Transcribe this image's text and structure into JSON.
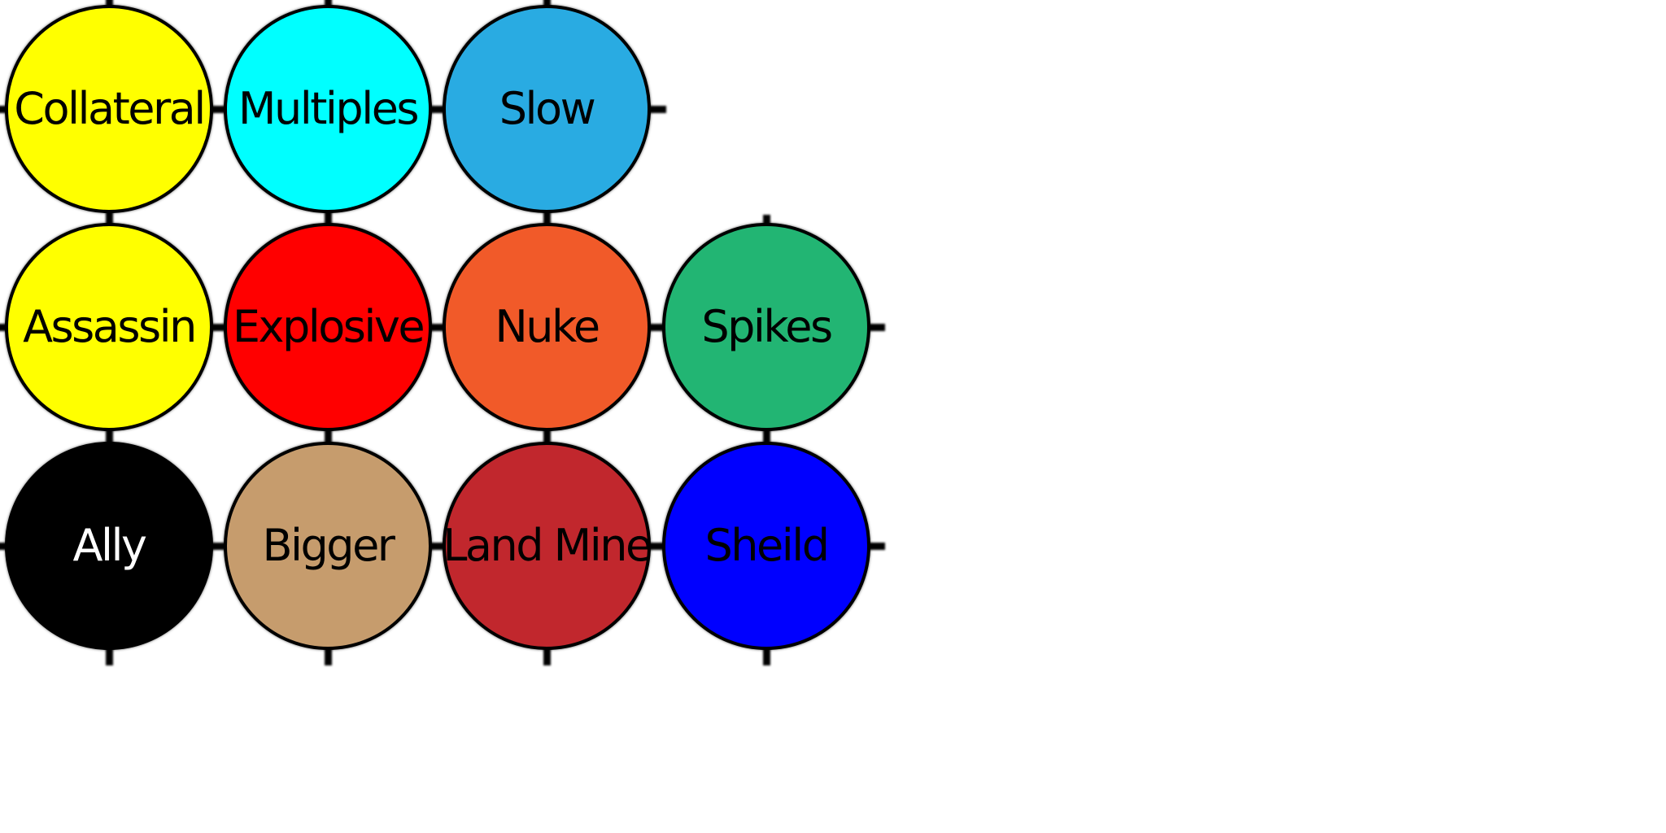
{
  "powerups": [
    {
      "label": "Collateral",
      "fill": "#ffff00",
      "text_color": "#000000"
    },
    {
      "label": "Multiples",
      "fill": "#00ffff",
      "text_color": "#000000"
    },
    {
      "label": "Slow",
      "fill": "#29abe2",
      "text_color": "#000000"
    },
    {
      "label": "Assassin",
      "fill": "#ffff00",
      "text_color": "#000000"
    },
    {
      "label": "Explosive",
      "fill": "#ff0000",
      "text_color": "#000000"
    },
    {
      "label": "Nuke",
      "fill": "#f15a29",
      "text_color": "#000000"
    },
    {
      "label": "Spikes",
      "fill": "#22b573",
      "text_color": "#000000"
    },
    {
      "label": "Ally",
      "fill": "#000000",
      "text_color": "#ffffff"
    },
    {
      "label": "Bigger",
      "fill": "#c69c6d",
      "text_color": "#000000"
    },
    {
      "label": "Land Mine",
      "fill": "#c1272d",
      "text_color": "#000000"
    },
    {
      "label": "Sheild",
      "fill": "#0000ff",
      "text_color": "#000000"
    }
  ]
}
